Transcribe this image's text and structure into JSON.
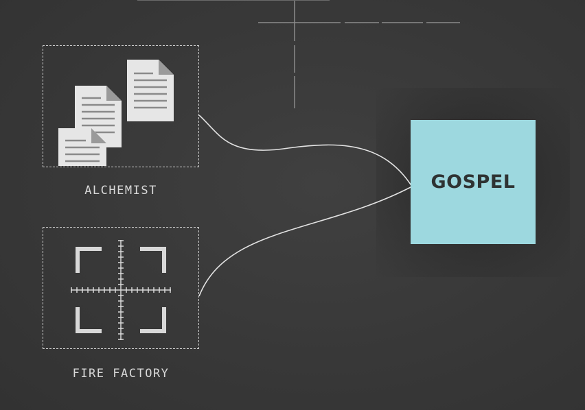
{
  "diagram": {
    "nodes": {
      "alchemist": {
        "label": "ALCHEMIST",
        "icon": "documents-icon"
      },
      "fire_factory": {
        "label": "FIRE FACTORY",
        "icon": "crosshair-icon"
      },
      "gospel": {
        "label": "GOSPEL"
      }
    },
    "edges": [
      {
        "from": "alchemist",
        "to": "gospel"
      },
      {
        "from": "fire_factory",
        "to": "gospel"
      }
    ],
    "colors": {
      "background": "#3b3b3b",
      "line": "#d8d8d8",
      "gospel_fill": "#9dd8df",
      "gospel_text": "#2f3333"
    }
  }
}
